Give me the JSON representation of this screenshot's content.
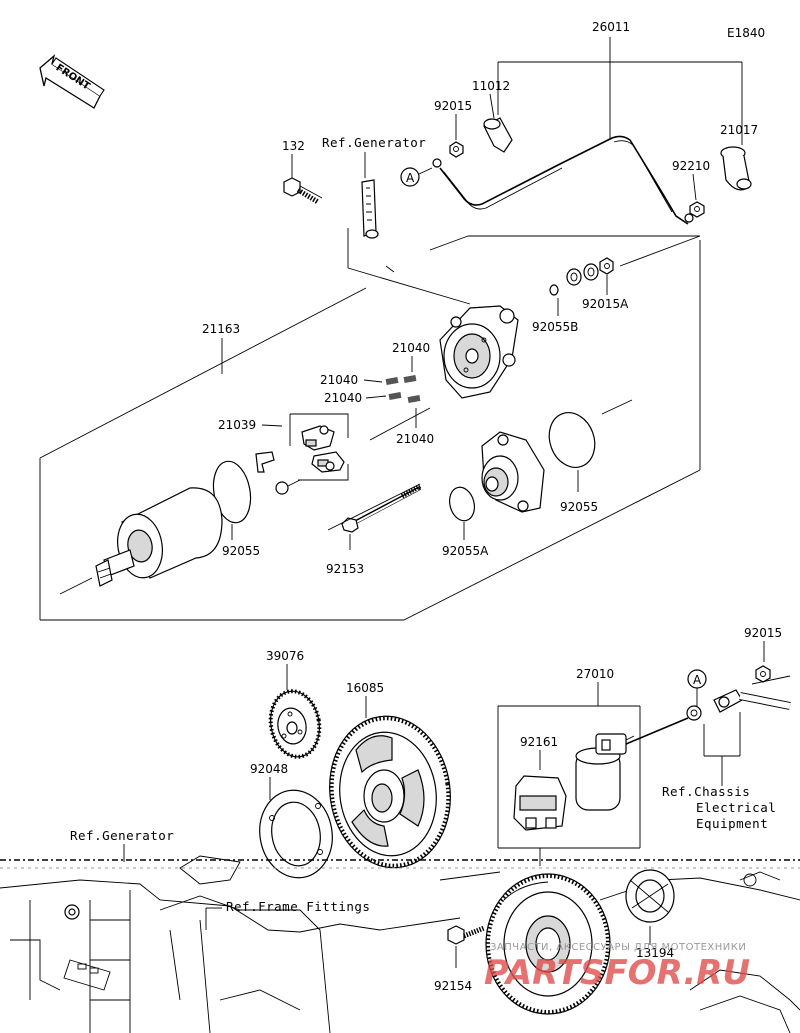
{
  "diagram_code": "E1840",
  "front_label": "FRONT",
  "labels": {
    "p26011": "26011",
    "p11012": "11012",
    "p92015_top": "92015",
    "p21017": "21017",
    "p92210": "92210",
    "p132": "132",
    "ref_generator_top": "Ref.Generator",
    "p92015A": "92015A",
    "p92055B": "92055B",
    "p21163": "21163",
    "p21040_a": "21040",
    "p21040_b": "21040",
    "p21040_c": "21040",
    "p21040_d": "21040",
    "p21039": "21039",
    "p92055_right": "92055",
    "p92055_left": "92055",
    "p92153": "92153",
    "p92055A": "92055A",
    "p39076": "39076",
    "p16085": "16085",
    "p27010": "27010",
    "p92015_right": "92015",
    "p92048": "92048",
    "p92161": "92161",
    "ref_generator_bottom": "Ref.Generator",
    "ref_frame_fittings": "Ref.Frame Fittings",
    "ref_chassis_1": "Ref.Chassis",
    "ref_chassis_2": "Electrical",
    "ref_chassis_3": "Equipment",
    "p92154": "92154",
    "p13194": "13194",
    "callout_a_top": "A",
    "callout_a_right": "A"
  },
  "watermark": {
    "line1": "ЗАПЧАСТИ, АКСЕССУАРЫ ДЛЯ МОТОТЕХНИКИ",
    "line2": "PARTSFOR.RU"
  }
}
